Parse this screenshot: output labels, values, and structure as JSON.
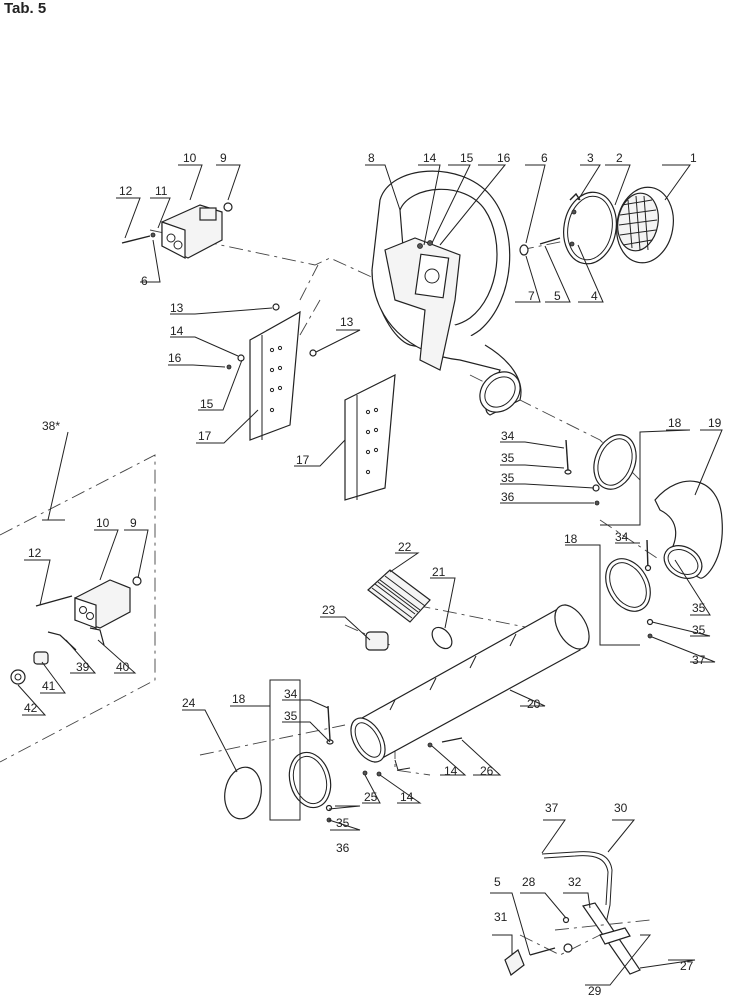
{
  "title": "Tab. 5",
  "kit_label": "38*",
  "labels": {
    "p1": "1",
    "p2": "2",
    "p3": "3",
    "p4": "4",
    "p5": "5",
    "p6": "6",
    "p7": "7",
    "p8": "8",
    "p9": "9",
    "p10": "10",
    "p11": "11",
    "p12": "12",
    "p13": "13",
    "p14": "14",
    "p15": "15",
    "p16": "16",
    "p17": "17",
    "p18": "18",
    "p19": "19",
    "p20": "20",
    "p21": "21",
    "p22": "22",
    "p23": "23",
    "p24": "24",
    "p25": "25",
    "p26": "26",
    "p27": "27",
    "p28": "28",
    "p29": "29",
    "p30": "30",
    "p31": "31",
    "p32": "32",
    "p34": "34",
    "p35": "35",
    "p36": "36",
    "p37": "37",
    "p39": "39",
    "p40": "40",
    "p41": "41",
    "p42": "42"
  },
  "colors": {
    "line": "#222222",
    "fill": "#f4f4f4",
    "background": "#ffffff"
  }
}
